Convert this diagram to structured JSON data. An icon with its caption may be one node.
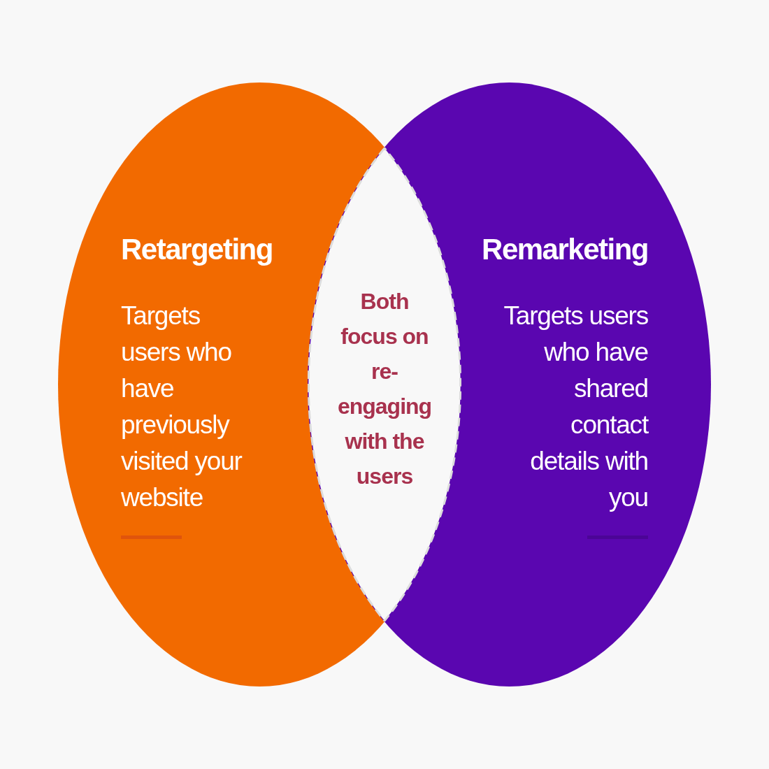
{
  "diagram": {
    "nodes": [
      {
        "text": [
          "Retargeting",
          "Targets users who have previously visited your website"
        ]
      },
      {
        "text": [
          "Remarketing",
          "Targets users who have shared contact details with you"
        ]
      },
      {
        "text": [
          "Both focus on re-engaging with the users"
        ]
      }
    ]
  }
}
